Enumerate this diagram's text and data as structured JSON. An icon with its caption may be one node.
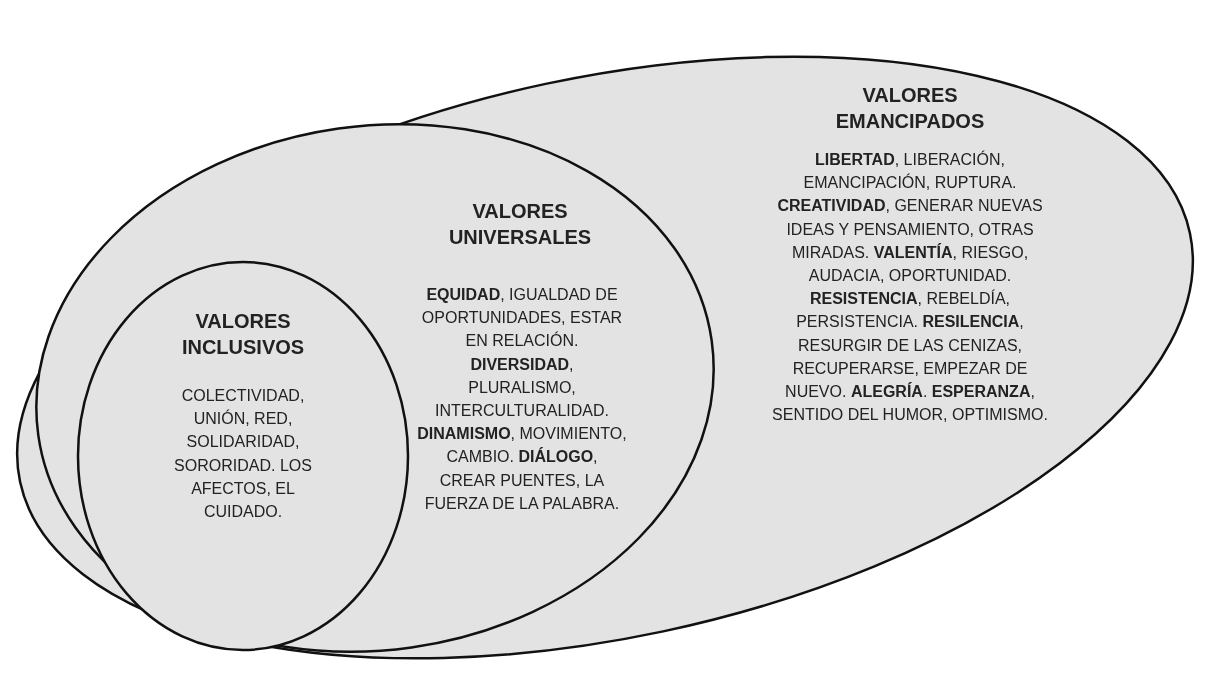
{
  "diagram": {
    "nodes": [
      {
        "text": [
          "VALORES EMANCIPADOS",
          "**LIBERTAD**, LIBERACIÓN, EMANCIPACIÓN, RUPTURA. **CREATIVIDAD**, GENERAR NUEVAS IDEAS Y PENSAMIENTO, OTRAS MIRADAS. **VALENTÍA**, RIESGO, AUDACIA, OPORTUNIDAD. **RESISTENCIA**, REBELDÍA, PERSISTENCIA. **RESILENCIA**, RESURGIR DE LAS CENIZAS, RECUPERARSE, EMPEZAR DE NUEVO. **ALEGRÍA**. **ESPERANZA**, SENTIDO DEL HUMOR, OPTIMISMO."
        ]
      },
      {
        "text": [
          "VALORES UNIVERSALES",
          "**EQUIDAD**, IGUALDAD DE OPORTUNIDADES, ESTAR EN RELACIÓN. **DIVERSIDAD**, PLURALISMO, INTERCULTURALIDAD. **DINAMISMO**, MOVIMIENTO, CAMBIO. **DIÁLOGO**, CREAR PUENTES, LA FUERZA DE LA PALABRA."
        ],
        "in": 0
      },
      {
        "text": [
          "VALORES INCLUSIVOS",
          "COLECTIVIDAD, UNIÓN, RED, SOLIDARIDAD, SORORIDAD. LOS AFECTOS, EL CUIDADO."
        ],
        "in": 1
      }
    ],
    "edges": []
  }
}
